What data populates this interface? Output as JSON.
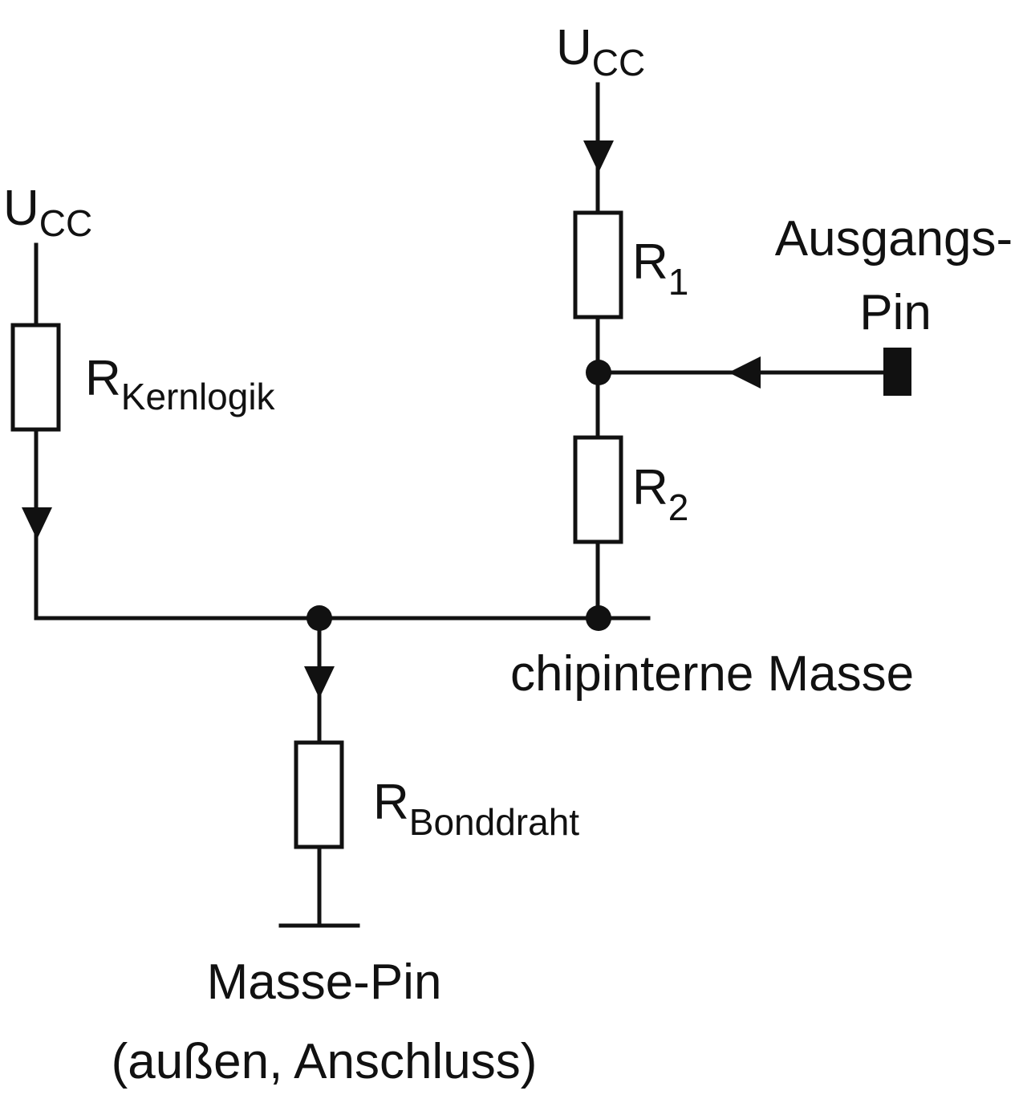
{
  "labels": {
    "ucc_right": {
      "main": "U",
      "sub": "CC"
    },
    "ucc_left": {
      "main": "U",
      "sub": "CC"
    },
    "r1": {
      "main": "R",
      "sub": "1"
    },
    "r2": {
      "main": "R",
      "sub": "2"
    },
    "r_kernlogik": {
      "main": "R",
      "sub": "Kernlogik"
    },
    "r_bonddraht": {
      "main": "R",
      "sub": "Bonddraht"
    },
    "ausgangs_pin": {
      "line1": "Ausgangs-",
      "line2": "Pin"
    },
    "chipinterne_masse": "chipinterne Masse",
    "masse_pin": {
      "line1": "Masse-Pin",
      "line2": "(außen, Anschluss)"
    }
  },
  "colors": {
    "line": "#111111",
    "background": "#ffffff"
  }
}
